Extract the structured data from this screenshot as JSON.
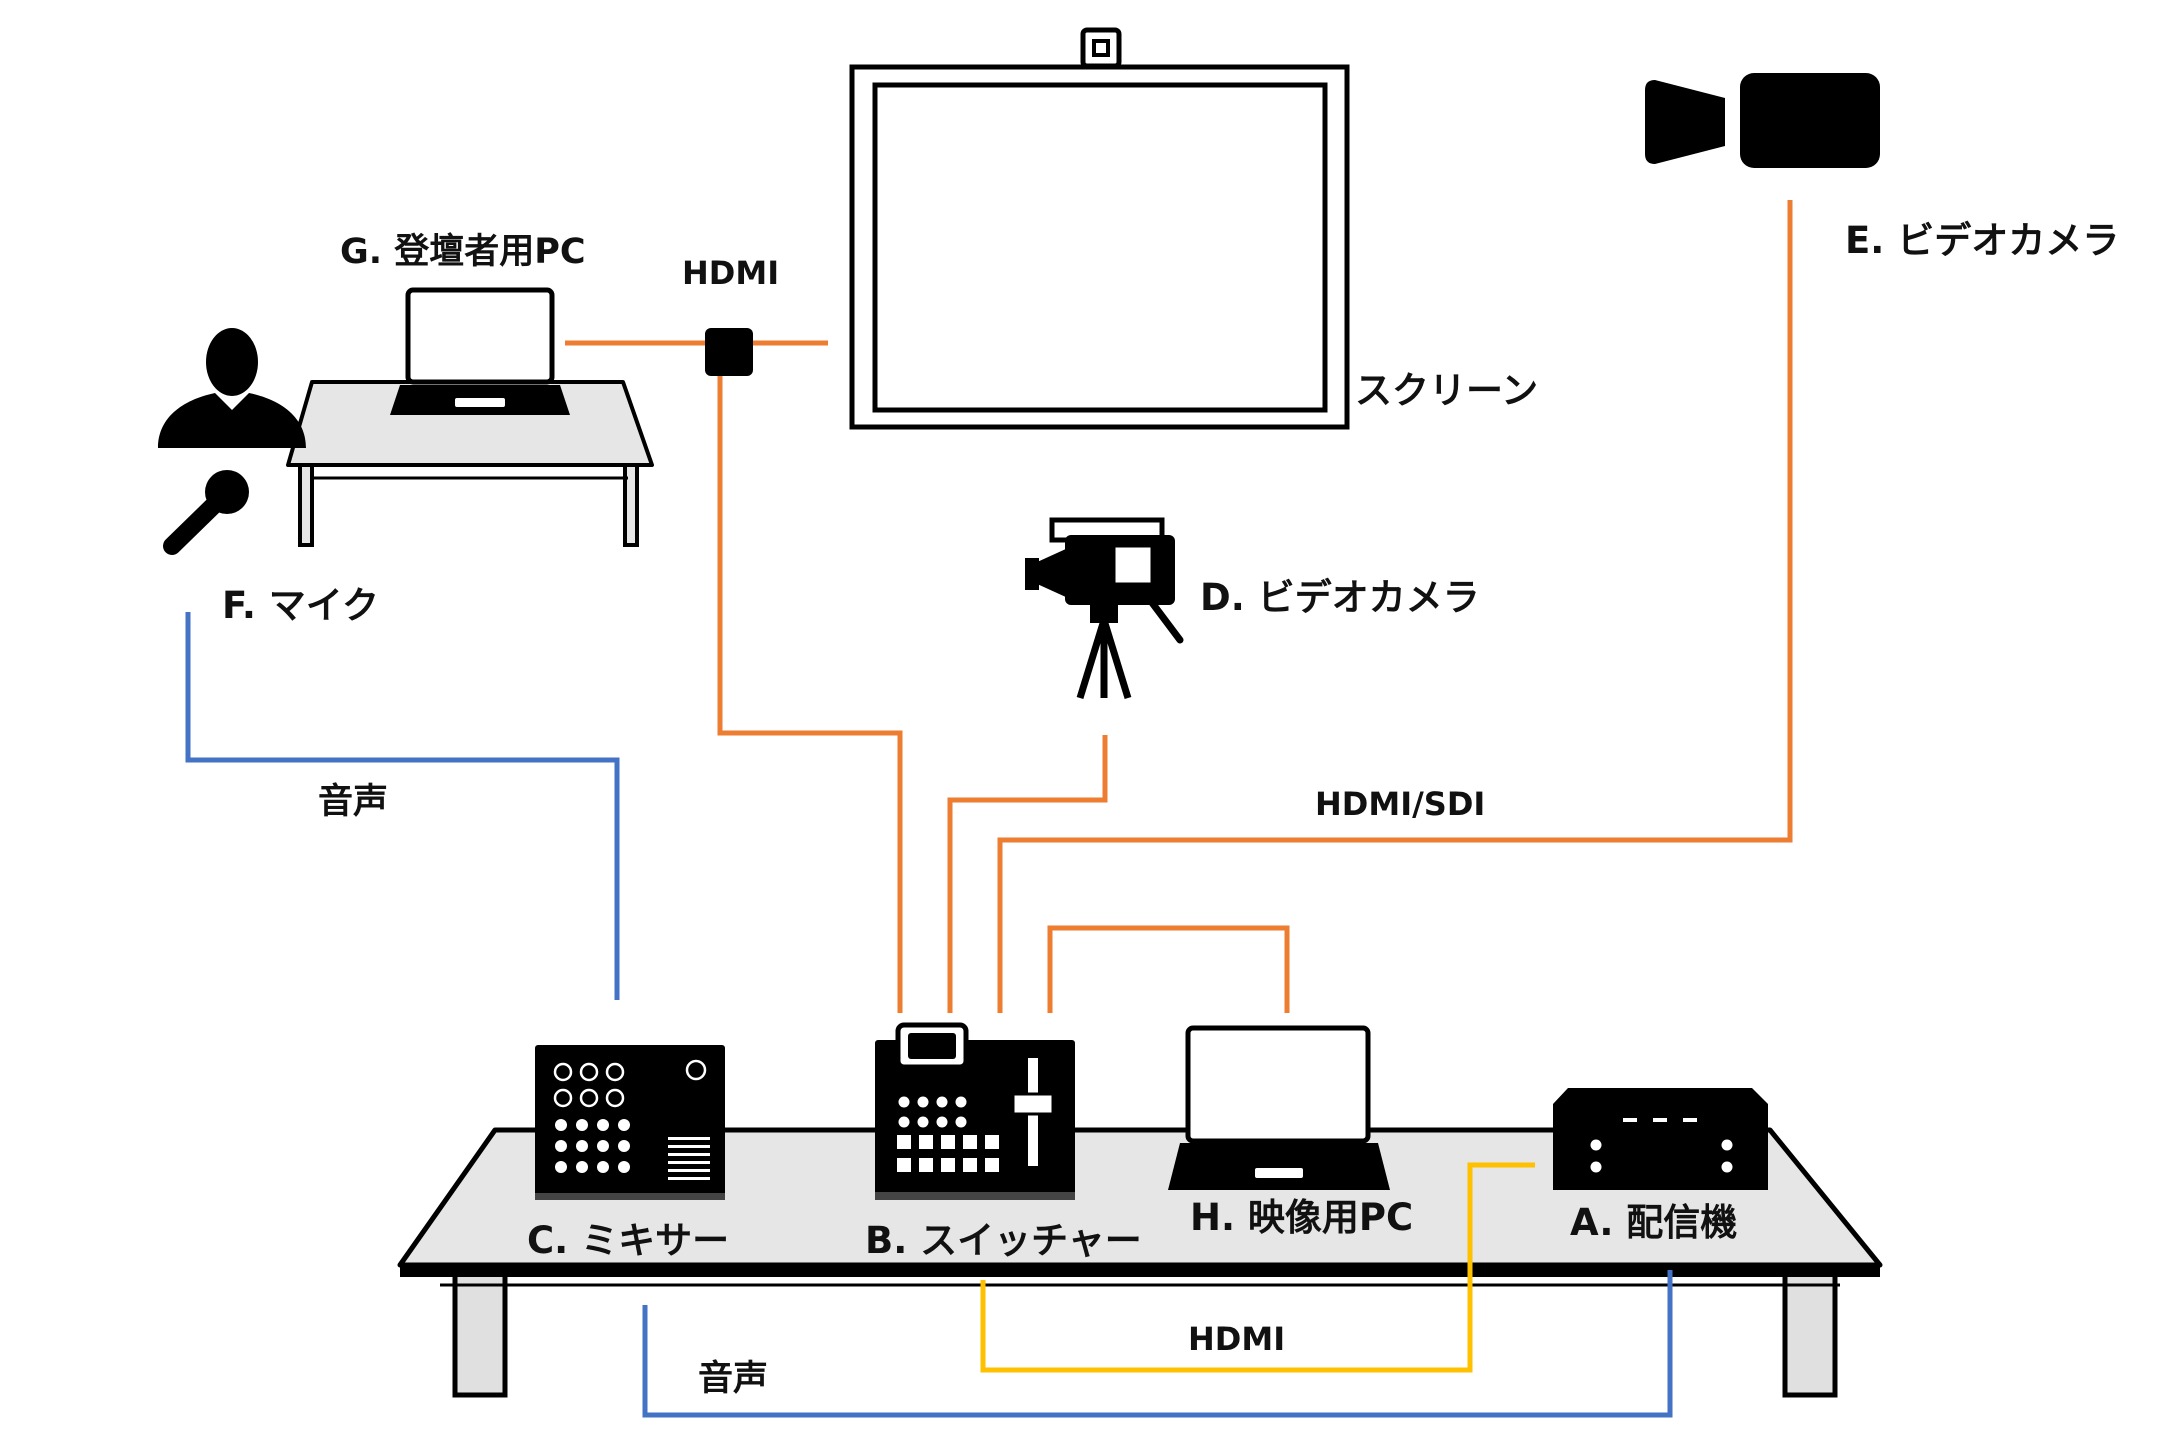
{
  "labels": {
    "presenter_pc": "G. 登壇者用PC",
    "hdmi_top": "HDMI",
    "screen": "スクリーン",
    "camera_e": "E. ビデオカメラ",
    "mic": "F. マイク",
    "camera_d": "D. ビデオカメラ",
    "audio_top": "音声",
    "hdmi_sdi": "HDMI/SDI",
    "mixer": "C. ミキサー",
    "switcher": "B. スイッチャー",
    "video_pc": "H. 映像用PC",
    "encoder": "A. 配信機",
    "hdmi_bottom": "HDMI",
    "audio_bottom": "音声"
  },
  "colors": {
    "hdmi_line": "#ED7D31",
    "audio_line": "#4472C4",
    "output_line": "#FFC000",
    "table_top": "#E6E6E6",
    "device": "#000000"
  },
  "icons": {
    "presenter": "person-icon",
    "microphone": "microphone-icon",
    "laptop": "laptop-icon",
    "hdmi_adapter": "hdmi-adapter-icon",
    "webcam": "webcam-icon",
    "camera_e": "video-camera-icon",
    "camera_d": "camcorder-tripod-icon",
    "mixer": "audio-mixer-icon",
    "switcher": "video-switcher-icon",
    "encoder": "stream-encoder-icon"
  }
}
